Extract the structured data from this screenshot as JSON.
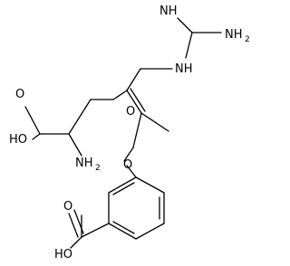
{
  "structure": {
    "atoms": {
      "imine_nh": "NH",
      "amine_nh2_top": "NH",
      "amine_nh2_top_sub": "2",
      "guanidine_nh": "NH",
      "acid_oh_top": "HO",
      "acid_o_top": "O",
      "alpha_nh2": "NH",
      "alpha_nh2_sub": "2",
      "ether_o": "O",
      "enol_o": "O",
      "benzoic_o": "O",
      "benzoic_oh": "HO"
    }
  }
}
